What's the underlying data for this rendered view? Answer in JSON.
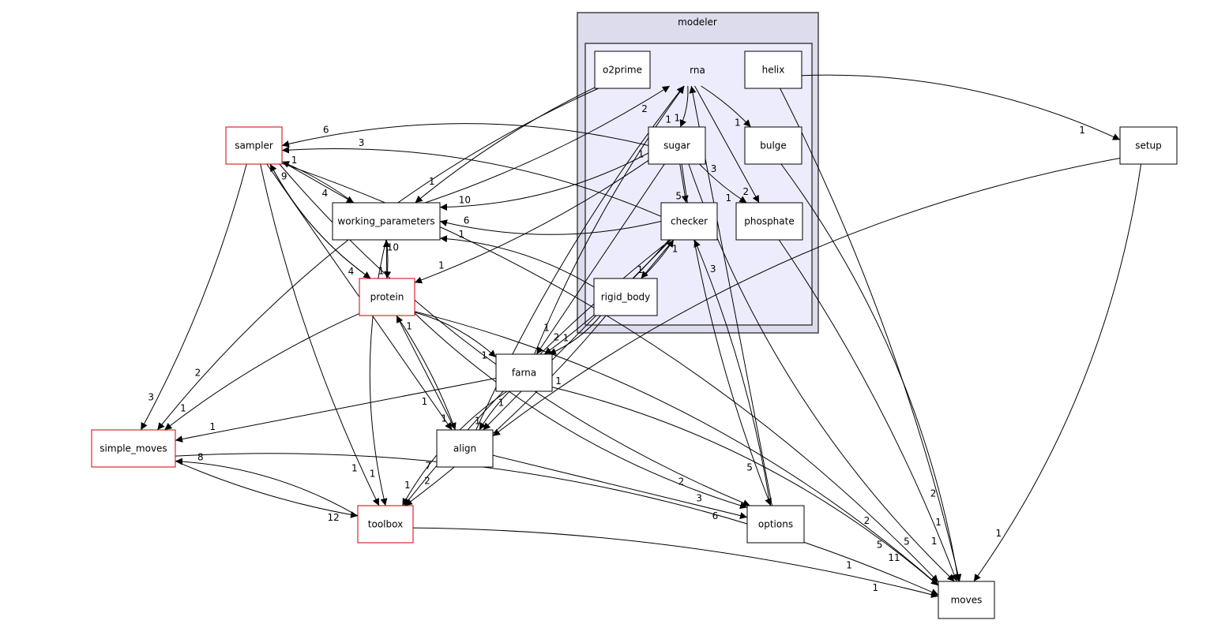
{
  "clusters": {
    "outer": {
      "label": "modeler",
      "fill": "#dcdcec"
    },
    "inner": {
      "label": "rna",
      "fill": "#ececfc"
    }
  },
  "nodes": [
    {
      "id": "o2prime",
      "label": "o2prime",
      "highlight": false
    },
    {
      "id": "helix",
      "label": "helix",
      "highlight": false
    },
    {
      "id": "sugar",
      "label": "sugar",
      "highlight": false
    },
    {
      "id": "bulge",
      "label": "bulge",
      "highlight": false
    },
    {
      "id": "checker",
      "label": "checker",
      "highlight": false
    },
    {
      "id": "phosphate",
      "label": "phosphate",
      "highlight": false
    },
    {
      "id": "rigid_body",
      "label": "rigid_body",
      "highlight": false
    },
    {
      "id": "sampler",
      "label": "sampler",
      "highlight": true
    },
    {
      "id": "working_parameters",
      "label": "working_parameters",
      "highlight": false
    },
    {
      "id": "protein",
      "label": "protein",
      "highlight": true
    },
    {
      "id": "farna",
      "label": "farna",
      "highlight": false
    },
    {
      "id": "setup",
      "label": "setup",
      "highlight": false
    },
    {
      "id": "simple_moves",
      "label": "simple_moves",
      "highlight": true
    },
    {
      "id": "align",
      "label": "align",
      "highlight": false
    },
    {
      "id": "toolbox",
      "label": "toolbox",
      "highlight": true
    },
    {
      "id": "options",
      "label": "options",
      "highlight": false
    },
    {
      "id": "moves",
      "label": "moves",
      "highlight": false
    }
  ],
  "edges": [
    {
      "from": "rna",
      "to": "sugar",
      "label": "1"
    },
    {
      "from": "rna",
      "to": "bulge",
      "label": "1"
    },
    {
      "from": "rna",
      "to": "phosphate",
      "label": "2"
    },
    {
      "from": "o2prime",
      "to": "working_parameters",
      "label": "1"
    },
    {
      "from": "o2prime",
      "to": "simple_moves",
      "label": "2"
    },
    {
      "from": "helix",
      "to": "setup",
      "label": "1"
    },
    {
      "from": "helix",
      "to": "moves",
      "label": "1"
    },
    {
      "from": "sugar",
      "to": "checker",
      "label": "5"
    },
    {
      "from": "sugar",
      "to": "phosphate",
      "label": "1"
    },
    {
      "from": "sugar",
      "to": "sampler",
      "label": "6"
    },
    {
      "from": "sugar",
      "to": "working_parameters",
      "label": "10"
    },
    {
      "from": "sugar",
      "to": "protein",
      "label": "1"
    },
    {
      "from": "sugar",
      "to": "farna",
      "label": "1"
    },
    {
      "from": "sugar",
      "to": "options",
      "label": "5"
    },
    {
      "from": "sugar",
      "to": "moves",
      "label": "5"
    },
    {
      "from": "bulge",
      "to": "moves",
      "label": "2"
    },
    {
      "from": "phosphate",
      "to": "moves",
      "label": "1"
    },
    {
      "from": "checker",
      "to": "rigid_body",
      "label": "1"
    },
    {
      "from": "rigid_body",
      "to": "checker",
      "label": "1"
    },
    {
      "from": "checker",
      "to": "sampler",
      "label": "3"
    },
    {
      "from": "checker",
      "to": "working_parameters",
      "label": "6"
    },
    {
      "from": "checker",
      "to": "farna",
      "label": "2"
    },
    {
      "from": "checker",
      "to": "align",
      "label": "1"
    },
    {
      "from": "checker",
      "to": "toolbox",
      "label": "7"
    },
    {
      "from": "rigid_body",
      "to": "working_parameters",
      "label": "1"
    },
    {
      "from": "rigid_body",
      "to": "farna",
      "label": "1"
    },
    {
      "from": "rigid_body",
      "to": "toolbox",
      "label": "2"
    },
    {
      "from": "sampler",
      "to": "working_parameters",
      "label": "4"
    },
    {
      "from": "working_parameters",
      "to": "sampler",
      "label": "1"
    },
    {
      "from": "sampler",
      "to": "protein",
      "label": "4"
    },
    {
      "from": "protein",
      "to": "sampler",
      "label": "9"
    },
    {
      "from": "sampler",
      "to": "simple_moves",
      "label": "3"
    },
    {
      "from": "sampler",
      "to": "align",
      "label": "1"
    },
    {
      "from": "sampler",
      "to": "toolbox",
      "label": "1"
    },
    {
      "from": "sampler",
      "to": "options",
      "label": "2"
    },
    {
      "from": "sampler",
      "to": "moves",
      "label": "2"
    },
    {
      "from": "working_parameters",
      "to": "protein",
      "label": "1"
    },
    {
      "from": "protein",
      "to": "working_parameters",
      "label": "10"
    },
    {
      "from": "working_parameters",
      "to": "rna",
      "label": "2"
    },
    {
      "from": "working_parameters",
      "to": "toolbox",
      "label": "1"
    },
    {
      "from": "protein",
      "to": "farna",
      "label": "1"
    },
    {
      "from": "protein",
      "to": "align",
      "label": "1"
    },
    {
      "from": "align",
      "to": "protein",
      "label": "1"
    },
    {
      "from": "protein",
      "to": "simple_moves",
      "label": "1"
    },
    {
      "from": "protein",
      "to": "options",
      "label": "3"
    },
    {
      "from": "protein",
      "to": "moves",
      "label": "5"
    },
    {
      "from": "farna",
      "to": "rna",
      "label": "1"
    },
    {
      "from": "farna",
      "to": "simple_moves",
      "label": "1"
    },
    {
      "from": "farna",
      "to": "align",
      "label": "1"
    },
    {
      "from": "farna",
      "to": "toolbox",
      "label": "1"
    },
    {
      "from": "farna",
      "to": "moves",
      "label": "11"
    },
    {
      "from": "align",
      "to": "rna",
      "label": "1"
    },
    {
      "from": "align",
      "to": "options",
      "label": "6"
    },
    {
      "from": "simple_moves",
      "to": "toolbox",
      "label": "12"
    },
    {
      "from": "toolbox",
      "to": "simple_moves",
      "label": "8"
    },
    {
      "from": "simple_moves",
      "to": "moves",
      "label": "1"
    },
    {
      "from": "toolbox",
      "to": "moves",
      "label": "1"
    },
    {
      "from": "options",
      "to": "rna",
      "label": "3"
    },
    {
      "from": "options",
      "to": "checker",
      "label": "3"
    },
    {
      "from": "setup",
      "to": "align",
      "label": "1"
    },
    {
      "from": "setup",
      "to": "moves",
      "label": "1"
    }
  ]
}
